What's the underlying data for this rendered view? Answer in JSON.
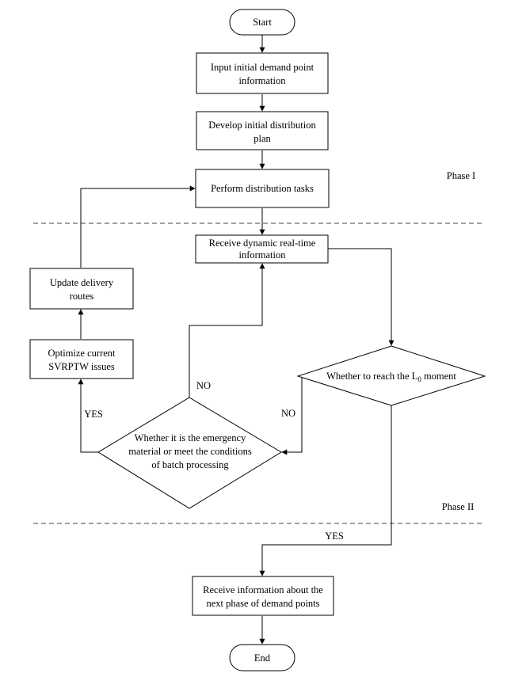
{
  "nodes": {
    "start": "Start",
    "input": [
      "Input initial demand point",
      "information"
    ],
    "develop": [
      "Develop initial distribution",
      "plan"
    ],
    "perform": "Perform distribution tasks",
    "receive": [
      "Receive dynamic real-time",
      "information"
    ],
    "update": [
      "Update delivery",
      "routes"
    ],
    "optimize": [
      "Optimize current",
      "SVRPTW issues"
    ],
    "reach": {
      "pre": "Whether to reach the L",
      "sub": "0",
      "post": " moment"
    },
    "emergency": [
      "Whether it is the emergency",
      "material or meet the conditions",
      "of batch processing"
    ],
    "next": [
      "Receive information about the",
      "next phase of demand points"
    ],
    "end": "End"
  },
  "edge_labels": {
    "emergency_no": "NO",
    "reach_no": "NO",
    "emergency_yes": "YES",
    "reach_yes": "YES"
  },
  "phases": {
    "phase1": "Phase I",
    "phase2": "Phase II"
  }
}
